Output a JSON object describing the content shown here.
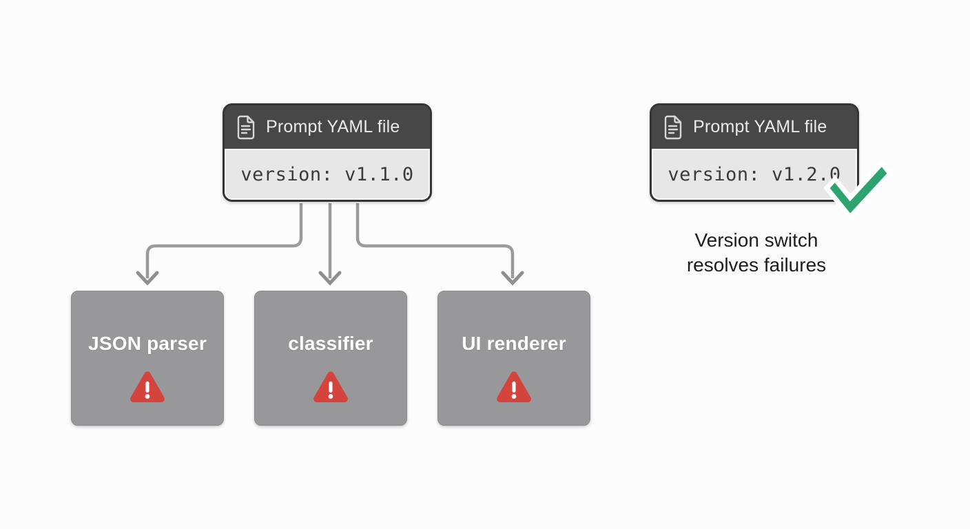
{
  "diagram": {
    "left_card": {
      "title": "Prompt YAML file",
      "version": "version: v1.1.0"
    },
    "right_card": {
      "title": "Prompt YAML file",
      "version": "version: v1.2.0"
    },
    "caption": {
      "line1": "Version switch",
      "line2": "resolves failures"
    },
    "components": [
      {
        "label": "JSON parser",
        "status": "error"
      },
      {
        "label": "classifier",
        "status": "error"
      },
      {
        "label": "UI renderer",
        "status": "error"
      }
    ],
    "icons": {
      "file": "document-icon",
      "success": "check-mark-icon",
      "warning": "warning-triangle-icon",
      "arrow": "arrow-down-icon"
    },
    "colors": {
      "background": "#fcfcfc",
      "card_header_bg": "#474747",
      "card_border": "#353535",
      "card_body_bg": "#e7e7e7",
      "card_body_text": "#3b3b3b",
      "card_header_text": "#e9e9e9",
      "component_box_bg": "#98989a",
      "component_label_text": "#ffffff",
      "connector_gray": "#9b9b9b",
      "warning_red": "#d5443c",
      "success_green": "#2fa36f",
      "caption_text": "#1e1e1e"
    }
  }
}
